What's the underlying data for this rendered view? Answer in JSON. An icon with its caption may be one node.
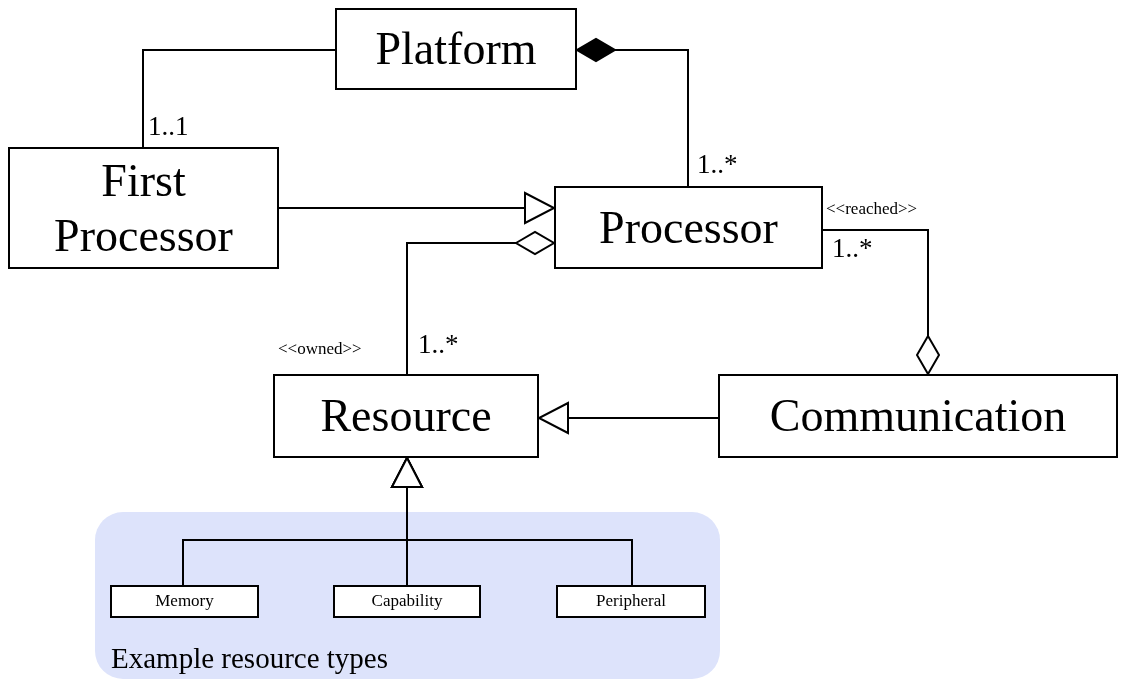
{
  "diagram": {
    "nodes": [
      {
        "text": [
          "Platform"
        ]
      },
      {
        "text": [
          "First Processor"
        ]
      },
      {
        "text": [
          "Processor"
        ]
      },
      {
        "text": [
          "Resource"
        ]
      },
      {
        "text": [
          "Communication"
        ]
      },
      {
        "text": [
          "Example resource types"
        ]
      },
      {
        "text": [
          "Memory"
        ],
        "in": 5
      },
      {
        "text": [
          "Capability"
        ],
        "in": 5
      },
      {
        "text": [
          "Peripheral"
        ],
        "in": 5
      }
    ],
    "edges": [
      {
        "from": 0,
        "to": 1,
        "arrow": "none",
        "label": "1..1"
      },
      {
        "from": 2,
        "to": 0,
        "arrow": "other",
        "label": "1..*"
      },
      {
        "from": 1,
        "to": 2,
        "arrow": "to"
      },
      {
        "from": 3,
        "to": 2,
        "arrow": "other",
        "label": "1..*"
      },
      {
        "from": 2,
        "to": 4,
        "arrow": "other",
        "label": "1..*"
      },
      {
        "from": 4,
        "to": 3,
        "arrow": "to"
      },
      {
        "from": 6,
        "to": 3,
        "arrow": "to"
      },
      {
        "from": 7,
        "to": 3,
        "arrow": "to"
      },
      {
        "from": 8,
        "to": 3,
        "arrow": "to"
      }
    ],
    "labels": [
      "<<reached>>",
      "<<owned>>"
    ]
  }
}
